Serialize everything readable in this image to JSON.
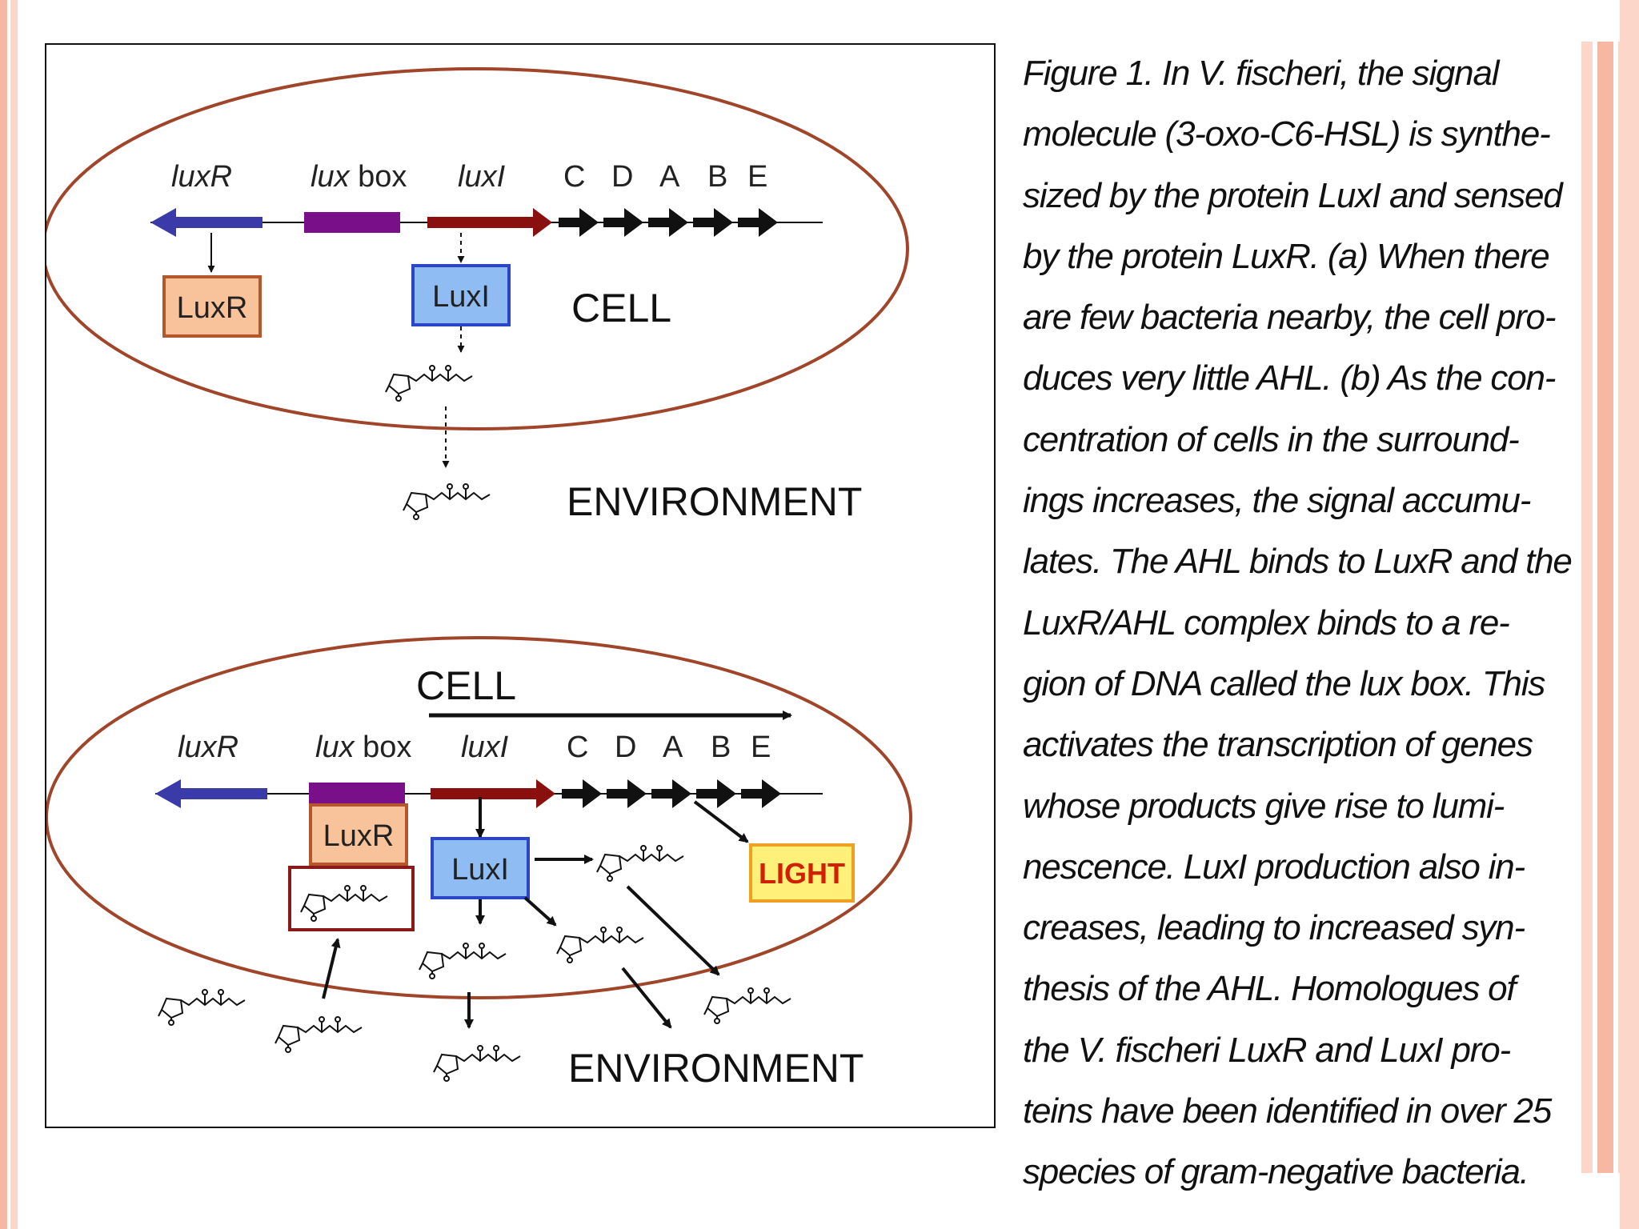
{
  "panel_a": {
    "genes": {
      "luxR": "luxR",
      "lux": "lux",
      "box": " box",
      "luxI": "luxI"
    },
    "operon_letters": [
      "C",
      "D",
      "A",
      "B",
      "E"
    ],
    "proteins": {
      "luxR": "LuxR",
      "luxI": "LuxI"
    },
    "cell_label": "CELL",
    "environment_label": "ENVIRONMENT"
  },
  "panel_b": {
    "genes": {
      "luxR": "luxR",
      "lux": "lux",
      "box": " box",
      "luxI": "luxI"
    },
    "operon_letters": [
      "C",
      "D",
      "A",
      "B",
      "E"
    ],
    "proteins": {
      "luxR": "LuxR",
      "luxI": "LuxI"
    },
    "cell_label": "CELL",
    "environment_label": "ENVIRONMENT",
    "light_label": "LIGHT"
  },
  "caption": {
    "lines": [
      "Figure 1. In V. fischeri, the signal",
      "molecule (3-oxo-C6-HSL) is synthe-",
      "sized by the protein LuxI and sensed",
      "by the protein LuxR. (a) When there",
      "are few bacteria nearby, the cell pro-",
      "duces very little AHL. (b) As the con-",
      "centration of cells in the surround-",
      "ings increases, the signal accumu-",
      "lates. The AHL binds to LuxR and the",
      "LuxR/AHL complex binds to a re-",
      "gion of DNA called the lux box. This",
      "activates the transcription of genes",
      "whose products give rise to lumi-",
      "nescence. LuxI production also in-",
      "creases, leading to increased syn-",
      "thesis of the AHL. Homologues of",
      "the V. fischeri LuxR and LuxI pro-",
      "teins have been identified in over 25",
      "species of gram-negative bacteria."
    ]
  },
  "colors": {
    "cell_membrane": "#a0452a",
    "luxR_arrow": "#3a3aa8",
    "lux_box": "#7a0f8a",
    "luxI_arrow": "#8a1010",
    "luxR_box_fill": "#f8c39a",
    "luxR_box_border": "#b5562c",
    "luxI_box_fill": "#8fbcf3",
    "luxI_box_border": "#2a45c8",
    "ahl_box_border": "#8a1a1a",
    "light_fill": "#fff07a",
    "light_border": "#f0a020",
    "light_text": "#d02000"
  }
}
